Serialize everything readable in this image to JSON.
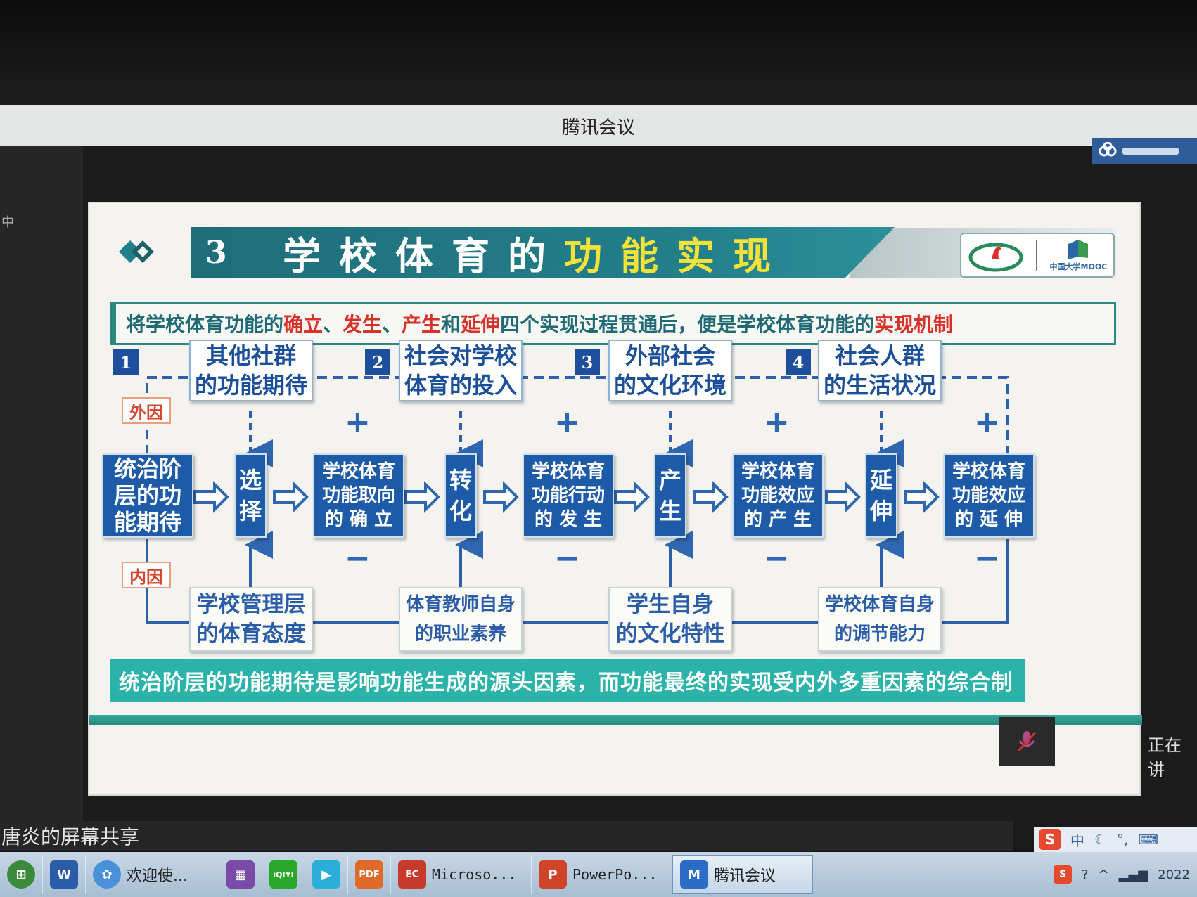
{
  "window": {
    "title": "腾讯会议"
  },
  "side": {
    "ime_char": "中"
  },
  "slide": {
    "section_number": "3",
    "title_part1": "学校体育的",
    "title_part2": "功能实现",
    "badge_label": "中国大学MOOC",
    "intro": {
      "p1": "将学校体育功能的",
      "r1": "确立",
      "p2": "、",
      "r2": "发生",
      "p3": "、",
      "r3": "产生",
      "p4": "和",
      "r4": "延伸",
      "p5": "四个实现过程贯通后，便是学校体育功能的",
      "r5": "实现机制"
    },
    "external_tag": "外因",
    "internal_tag": "内因",
    "steps": [
      {
        "num": "1",
        "external": "其他社群\n的功能期待",
        "internal": "学校管理层\n的体育态度"
      },
      {
        "num": "2",
        "external": "社会对学校\n体育的投入",
        "internal": "体育教师自身\n的职业素养"
      },
      {
        "num": "3",
        "external": "外部社会\n的文化环境",
        "internal": "学生自身\n的文化特性"
      },
      {
        "num": "4",
        "external": "社会人群\n的生活状况",
        "internal": "学校体育自身\n的调节能力"
      }
    ],
    "flow": {
      "start": "统治阶\n层的功\n能期待",
      "v1": "选\n择",
      "s1": "学校体育\n功能取向\n的 确 立",
      "v2": "转\n化",
      "s2": "学校体育\n功能行动\n的 发 生",
      "v3": "产\n生",
      "s3": "学校体育\n功能效应\n的 产 生",
      "v4": "延\n伸",
      "s4": "学校体育\n功能效应\n的 延 伸"
    },
    "plus_symbol": "+",
    "minus_symbol": "−",
    "conclusion": "统治阶层的功能期待是影响功能生成的源头因素，而功能最终的实现受内外多重因素的综合制"
  },
  "meeting": {
    "speaking_text": "正在讲",
    "share_label": "唐炎的屏幕共享"
  },
  "ime": {
    "s_label": "S",
    "mode": "中"
  },
  "taskbar": {
    "items": [
      {
        "icon": "W",
        "label": ""
      },
      {
        "icon": "✿",
        "label": "欢迎使..."
      },
      {
        "icon": "▦",
        "label": ""
      },
      {
        "icon": "iQIYI",
        "label": ""
      },
      {
        "icon": "▶",
        "label": ""
      },
      {
        "icon": "PDF",
        "label": ""
      },
      {
        "icon": "EC",
        "label": "Microso..."
      },
      {
        "icon": "P",
        "label": "PowerPo..."
      },
      {
        "icon": "M",
        "label": "腾讯会议"
      }
    ],
    "clock": "2022"
  },
  "colors": {
    "teal": "#237f8a",
    "flow_blue": "#1d5ba8",
    "highlight_red": "#d8312a",
    "title_yellow": "#f6e33a"
  }
}
